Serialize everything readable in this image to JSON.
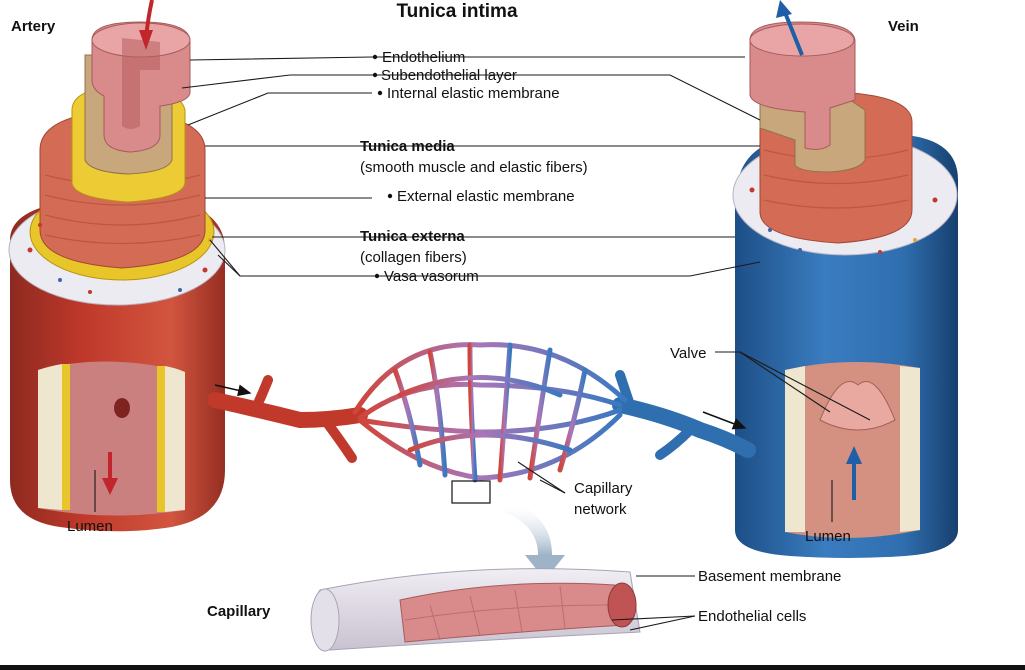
{
  "title": "Tunica intima",
  "colors": {
    "artery": "#c0392b",
    "artery_dark": "#8e2a20",
    "vein": "#2f6fb0",
    "vein_dark": "#1d4f86",
    "intima": "#d98a8a",
    "elastic": "#e8c62a",
    "media": "#d46b55",
    "externa": "#eceaf0",
    "arrow_red": "#c0262b",
    "arrow_blue": "#1f5fa8"
  },
  "labels": {
    "artery": "Artery",
    "vein": "Vein",
    "endothelium": "Endothelium",
    "subendothelial": "Subendothelial layer",
    "internal_elastic": "Internal elastic membrane",
    "tunica_media": "Tunica media",
    "tunica_media_sub": "(smooth muscle and elastic fibers)",
    "external_elastic": "External elastic membrane",
    "tunica_externa": "Tunica externa",
    "tunica_externa_sub": "(collagen fibers)",
    "vasa_vasorum": "Vasa vasorum",
    "valve": "Valve",
    "lumen_artery": "Lumen",
    "lumen_vein": "Lumen",
    "capillary_network_1": "Capillary",
    "capillary_network_2": "network",
    "capillary": "Capillary",
    "basement_membrane": "Basement membrane",
    "endothelial_cells": "Endothelial cells"
  }
}
